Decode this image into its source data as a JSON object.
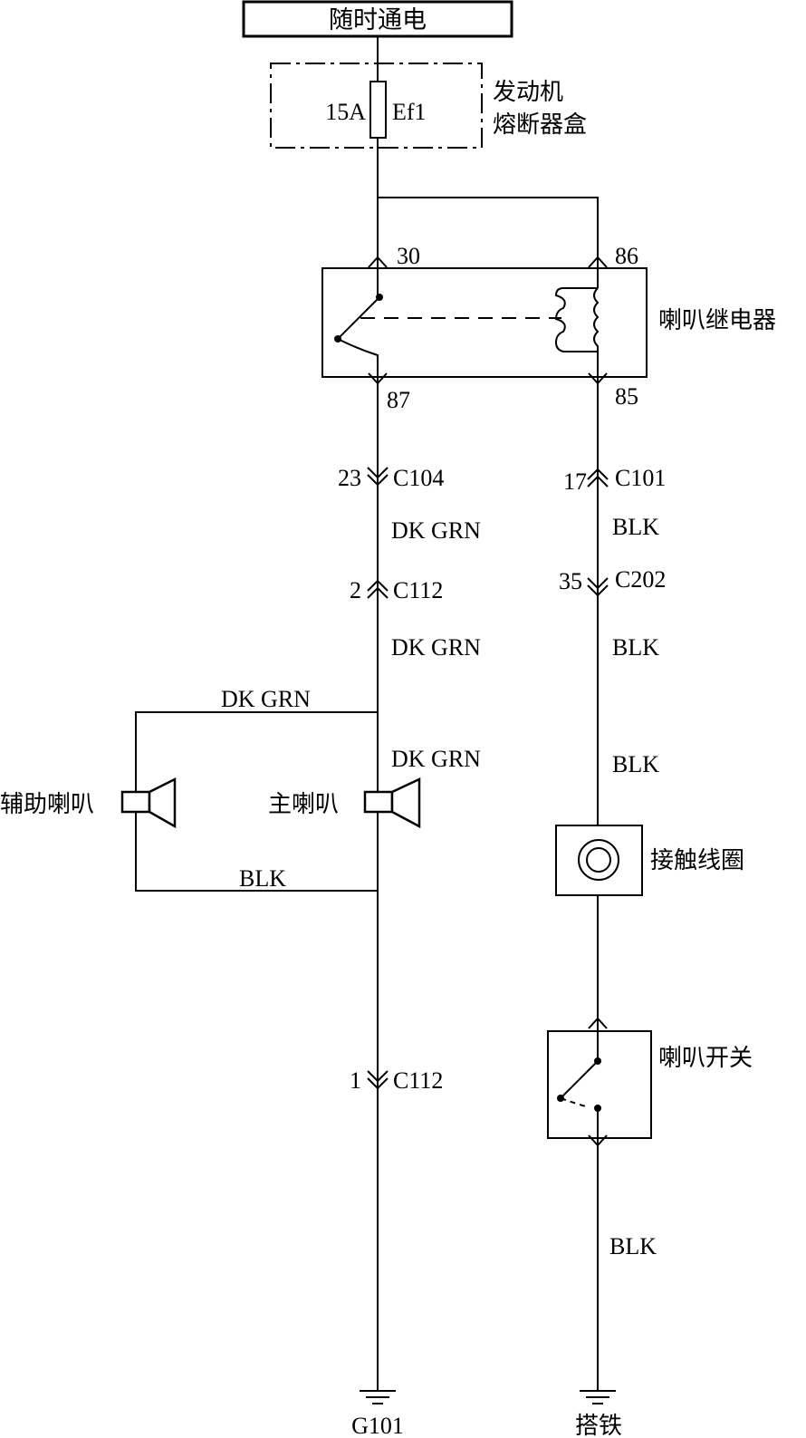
{
  "power": {
    "label": "随时通电"
  },
  "fuse_box": {
    "name_line1": "发动机",
    "name_line2": "熔断器盒",
    "fuse_rating": "15A",
    "fuse_id": "Ef1"
  },
  "relay": {
    "name": "喇叭继电器",
    "pin_30": "30",
    "pin_86": "86",
    "pin_87": "87",
    "pin_85": "85"
  },
  "left_branch": {
    "conn1": {
      "pin": "23",
      "name": "C104"
    },
    "wire1": "DK GRN",
    "conn2": {
      "pin": "2",
      "name": "C112"
    },
    "wire2": "DK GRN",
    "wire_aux_top": "DK GRN",
    "wire3": "DK GRN",
    "wire_aux_bottom": "BLK",
    "conn3": {
      "pin": "1",
      "name": "C112"
    },
    "ground": "G101"
  },
  "horns": {
    "aux_label": "辅助喇叭",
    "main_label": "主喇叭"
  },
  "right_branch": {
    "conn1": {
      "pin": "17",
      "name": "C101"
    },
    "wire1": "BLK",
    "conn2": {
      "pin": "35",
      "name": "C202"
    },
    "wire2": "BLK",
    "wire3": "BLK",
    "clockspring": "接触线圈",
    "switch": "喇叭开关",
    "wire4": "BLK",
    "ground": "搭铁"
  }
}
